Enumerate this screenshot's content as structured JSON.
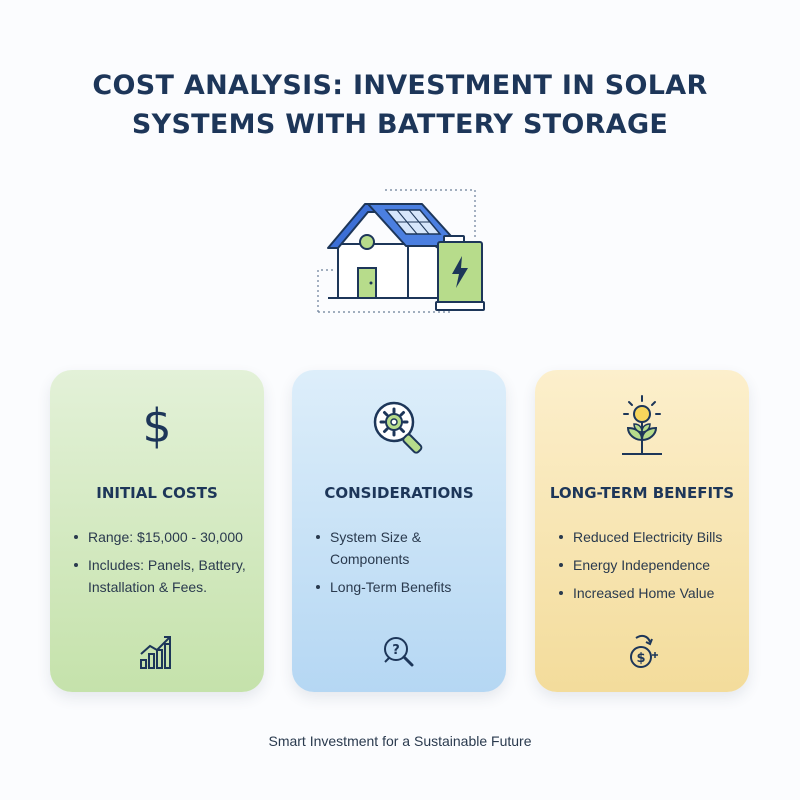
{
  "title": {
    "line1": "COST ANALYSIS: INVESTMENT IN SOLAR",
    "line2": "SYSTEMS WITH BATTERY STORAGE"
  },
  "hero": {
    "icon": "solar-house-with-battery"
  },
  "cards": [
    {
      "title": "INITIAL COSTS",
      "icon_top": "dollar-icon",
      "icon_bottom": "growth-chart-icon",
      "bullets": [
        "Range: $15,000 - 30,000",
        "Includes: Panels, Battery, Installation & Fees."
      ],
      "color": "#c5e2ab"
    },
    {
      "title": "CONSIDERATIONS",
      "icon_top": "gear-magnifier-icon",
      "icon_bottom": "question-magnifier-icon",
      "bullets": [
        "System Size & Components",
        "Long-Term Benefits"
      ],
      "color": "#b5d7f3"
    },
    {
      "title": "LONG-TERM BENEFITS",
      "icon_top": "growing-plant-icon",
      "icon_bottom": "money-return-icon",
      "bullets": [
        "Reduced Electricity Bills",
        "Energy Independence",
        "Increased Home Value"
      ],
      "color": "#f3dc9b"
    }
  ],
  "footer": "Smart Investment for a Sustainable Future",
  "colors": {
    "navy": "#1d3659",
    "roof_blue": "#3c6fd6",
    "battery_green": "#b7dc8b"
  }
}
